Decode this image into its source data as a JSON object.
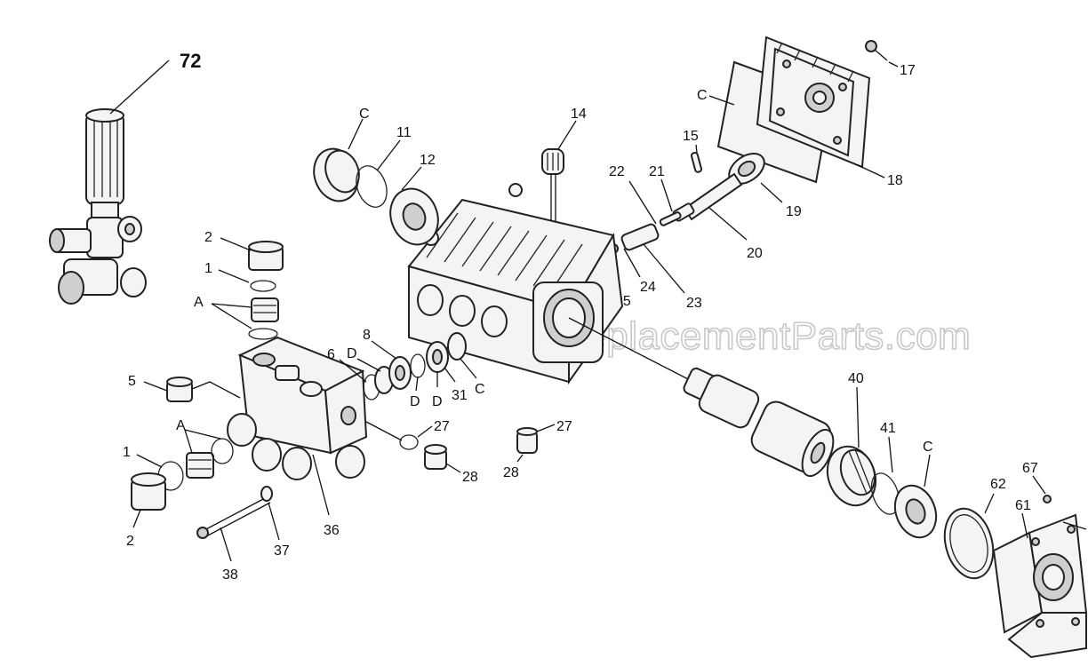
{
  "watermark": "eReplacementParts.com",
  "callouts": {
    "c72": "72",
    "c17": "17",
    "c18": "18",
    "cC_cover": "C",
    "c15": "15",
    "c19": "19",
    "c20": "20",
    "c21": "21",
    "c22": "22",
    "c23": "23",
    "c24": "24",
    "c25": "25",
    "c14": "14",
    "cC_cap": "C",
    "c11": "11",
    "c12": "12",
    "c2_top": "2",
    "c1_top": "1",
    "cA_top": "A",
    "c8": "8",
    "c6": "6",
    "cD_a": "D",
    "cD_b": "D",
    "cD_c": "D",
    "c31": "31",
    "cC_seal": "C",
    "c5": "5",
    "cA_mid": "A",
    "c1_mid": "1",
    "c2_bot": "2",
    "c27_a": "27",
    "c28_a": "28",
    "c27_b": "27",
    "c28_b": "28",
    "c36": "36",
    "c37": "37",
    "c38": "38",
    "c40": "40",
    "c41": "41",
    "cC_bearing": "C",
    "c62": "62",
    "c61": "61",
    "c67": "67"
  }
}
